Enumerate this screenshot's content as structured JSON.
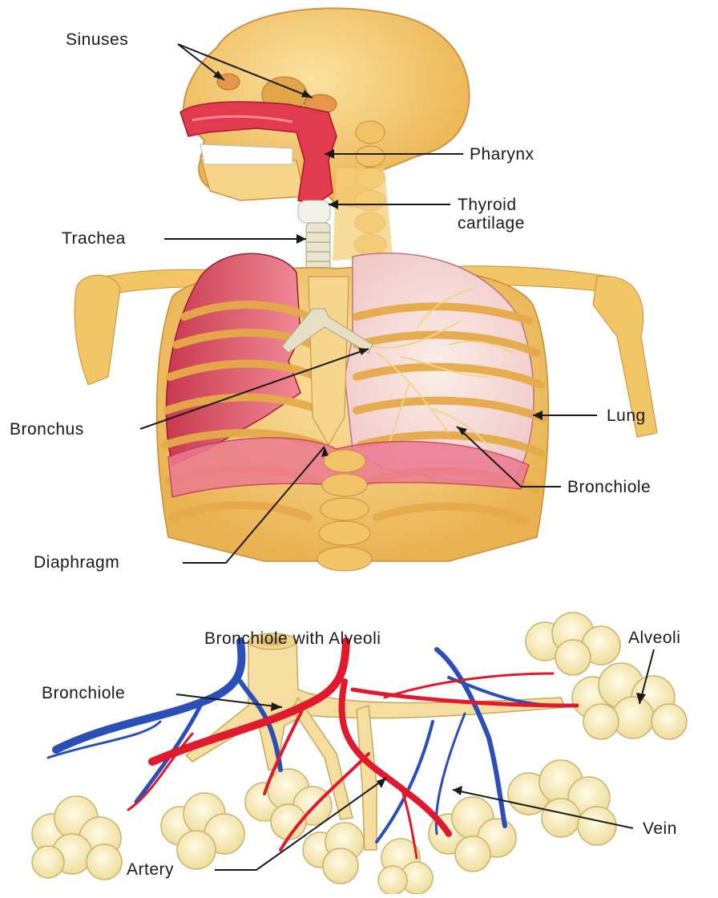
{
  "upper_diagram": {
    "labels": {
      "sinuses": "Sinuses",
      "pharynx": "Pharynx",
      "thyroid_line1": "Thyroid",
      "thyroid_line2": "cartilage",
      "trachea": "Trachea",
      "bronchus": "Bronchus",
      "lung": "Lung",
      "bronchiole": "Bronchiole",
      "diaphragm": "Diaphragm"
    }
  },
  "lower_diagram": {
    "title": "Bronchiole with Alveoli",
    "labels": {
      "alveoli": "Alveoli",
      "bronchiole": "Bronchiole",
      "vein": "Vein",
      "artery": "Artery"
    }
  },
  "colors": {
    "bone": "#f2c66a",
    "bone_dark": "#d9a040",
    "lung_red": "#d94a5c",
    "lung_pink": "#f6dcd6",
    "artery": "#e0192c",
    "vein": "#2a4fb8",
    "alveoli": "#f7efc4"
  }
}
